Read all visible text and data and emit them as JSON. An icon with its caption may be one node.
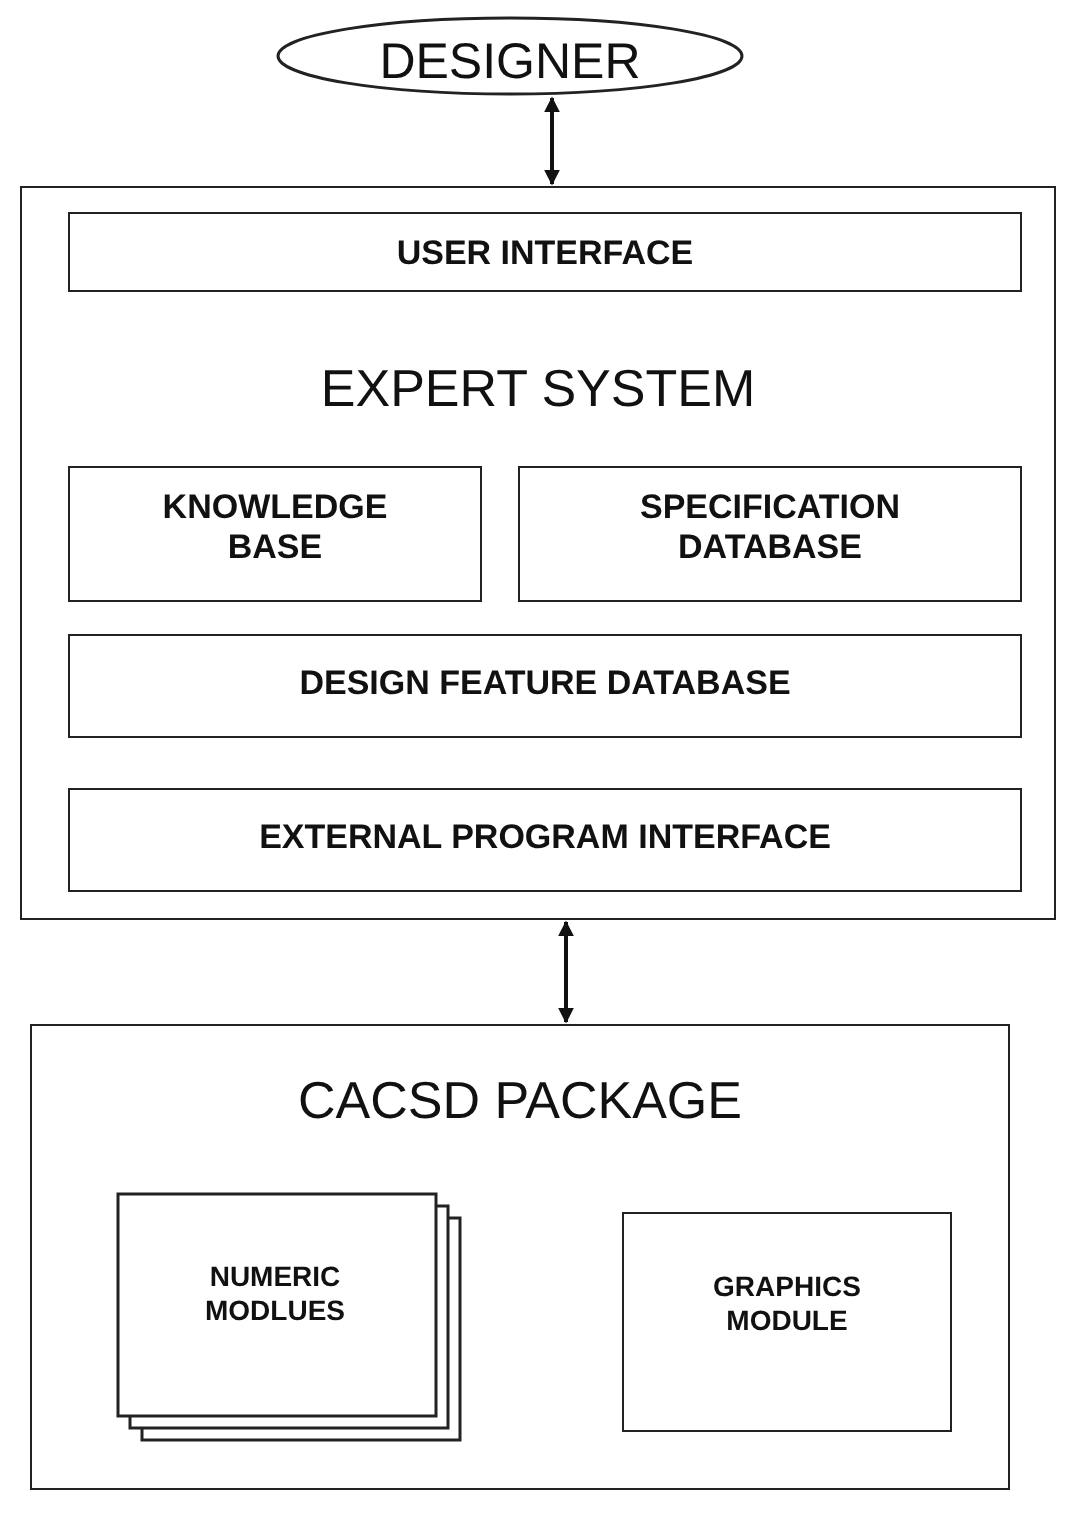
{
  "diagram": {
    "nodes": [
      {
        "text": [
          "DESIGNER"
        ]
      },
      {
        "text": [
          "EXPERT SYSTEM"
        ]
      },
      {
        "text": [
          "USER INTERFACE"
        ],
        "in": 1
      },
      {
        "text": [
          "KNOWLEDGE BASE"
        ],
        "in": 1
      },
      {
        "text": [
          "SPECIFICATION DATABASE"
        ],
        "in": 1
      },
      {
        "text": [
          "DESIGN FEATURE DATABASE"
        ],
        "in": 1
      },
      {
        "text": [
          "EXTERNAL PROGRAM INTERFACE"
        ],
        "in": 1
      },
      {
        "text": [
          "CACSD PACKAGE"
        ]
      },
      {
        "text": [
          "NUMERIC MODLUES"
        ],
        "in": 7
      },
      {
        "text": [
          "GRAPHICS MODULE"
        ],
        "in": 7
      }
    ],
    "edges": [
      {
        "from": 0,
        "to": 1,
        "arrow": "both"
      },
      {
        "from": 1,
        "to": 7,
        "arrow": "both"
      }
    ]
  }
}
